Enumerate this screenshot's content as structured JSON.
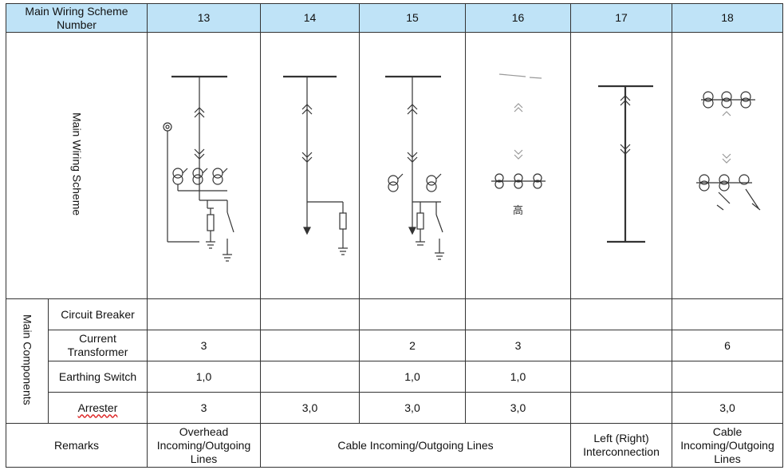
{
  "header": {
    "scheme_label": "Main Wiring Scheme Number",
    "numbers": [
      "13",
      "14",
      "15",
      "16",
      "17",
      "18"
    ]
  },
  "diagram_row": {
    "label": "Main Wiring Scheme",
    "glyph_16": "高"
  },
  "components": {
    "group_label": "Main Components",
    "rows": [
      {
        "name": "Circuit Breaker",
        "values": [
          "",
          "",
          "",
          "",
          "",
          ""
        ]
      },
      {
        "name": "Current Transformer",
        "values": [
          "3",
          "",
          "2",
          "3",
          "",
          "6"
        ]
      },
      {
        "name": "Earthing Switch",
        "values": [
          "1,0",
          "",
          "1,0",
          "1,0",
          "",
          ""
        ]
      },
      {
        "name": "Arrester",
        "values": [
          "3",
          "3,0",
          "3,0",
          "3,0",
          "",
          "3,0"
        ]
      }
    ]
  },
  "remarks": {
    "label": "Remarks",
    "overhead": "Overhead Incoming/Outgoing Lines",
    "cable": "Cable Incoming/Outgoing Lines",
    "interconnection": "Left (Right) Interconnection",
    "cable_18": "Cable Incoming/Outgoing Lines"
  }
}
